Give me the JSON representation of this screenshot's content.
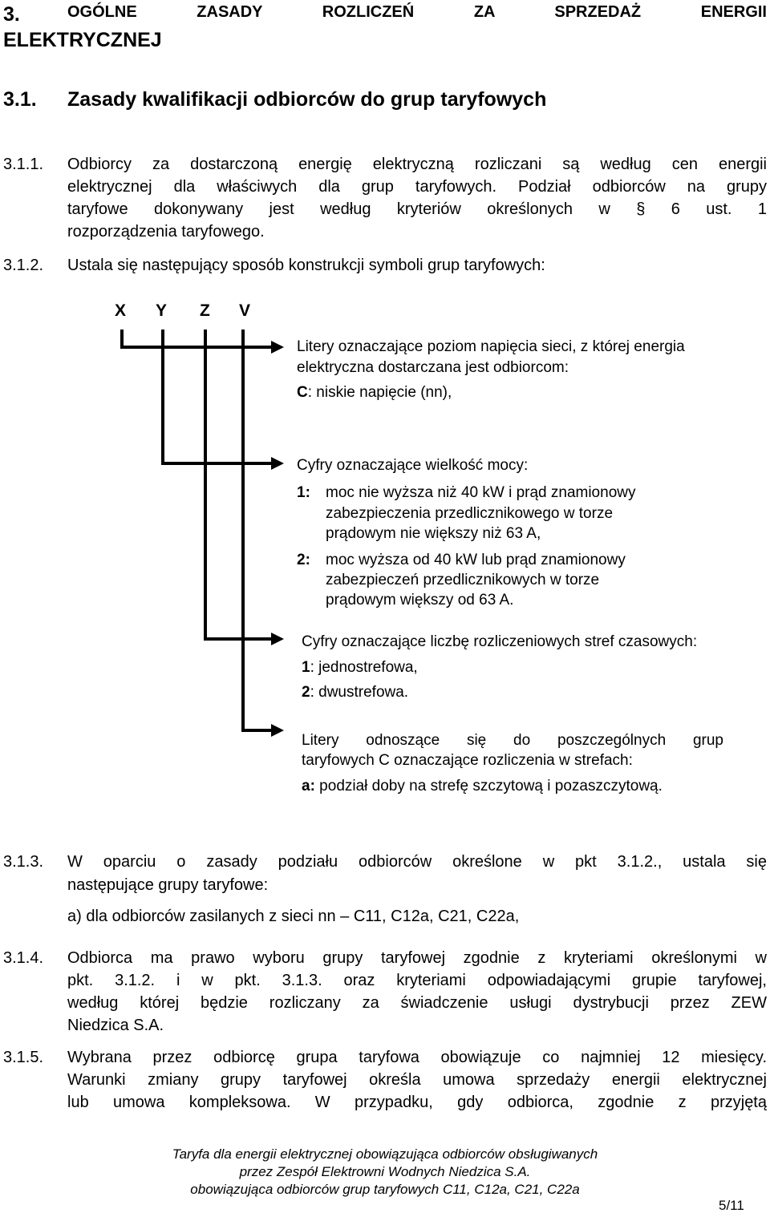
{
  "heading": {
    "number": "3.",
    "line1": "OGÓLNE ZASADY ROZLICZEŃ ZA SPRZEDAŻ ENERGII",
    "line2": "ELEKTRYCZNEJ"
  },
  "section": {
    "number": "3.1.",
    "title": "Zasady kwalifikacji odbiorców do grup taryfowych"
  },
  "p311": {
    "number": "3.1.1.",
    "line1": "Odbiorcy za dostarczoną energię elektryczną rozliczani są według cen energii",
    "line2": "elektrycznej dla właściwych dla grup taryfowych. Podział odbiorców na grupy",
    "line3": "taryfowe dokonywany jest według kryteriów określonych w § 6 ust. 1",
    "line4": "rozporządzenia taryfowego."
  },
  "p312": {
    "number": "3.1.2.",
    "text": "Ustala się następujący sposób konstrukcji symboli grup taryfowych:"
  },
  "symbol_letters": [
    "X",
    "Y",
    "Z",
    "V"
  ],
  "desc_x": {
    "line1": "Litery oznaczające poziom napięcia sieci, z której energia",
    "line2": "elektryczna dostarczana jest odbiorcom:",
    "item_key": "C",
    "item_text": ": niskie napięcie (nn),"
  },
  "desc_y": {
    "intro": "Cyfry oznaczające wielkość mocy:",
    "item1_key": "1:",
    "item1_line1": "moc nie wyższa niż 40 kW i prąd znamionowy",
    "item1_line2": "zabezpieczenia przedlicznikowego w torze",
    "item1_line3": "prądowym nie większy niż 63 A,",
    "item2_key": "2:",
    "item2_line1": "moc wyższa od 40 kW lub prąd znamionowy",
    "item2_line2": "zabezpieczeń przedlicznikowych w torze",
    "item2_line3": "prądowym większy od 63 A."
  },
  "desc_z": {
    "intro": "Cyfry oznaczające liczbę rozliczeniowych stref czasowych:",
    "item1_key": "1",
    "item1_text": ": jednostrefowa,",
    "item2_key": "2",
    "item2_text": ": dwustrefowa."
  },
  "desc_v": {
    "line1": "Litery odnoszące się do poszczególnych grup",
    "line2": "taryfowych C oznaczające rozliczenia w strefach:",
    "item_key": "a:",
    "item_text": " podział doby na strefę szczytową i pozaszczytową."
  },
  "p313": {
    "number": "3.1.3.",
    "line1": "W oparciu o zasady podziału odbiorców określone w pkt 3.1.2., ustala się",
    "line2": "następujące grupy taryfowe:",
    "item": "a) dla odbiorców zasilanych z sieci nn – C11, C12a, C21, C22a,"
  },
  "p314": {
    "number": "3.1.4.",
    "line1": "Odbiorca ma prawo wyboru grupy taryfowej zgodnie z kryteriami określonymi w",
    "line2": "pkt. 3.1.2. i w pkt. 3.1.3. oraz kryteriami odpowiadającymi grupie taryfowej,",
    "line3": "według której będzie rozliczany za świadczenie usługi dystrybucji przez ZEW",
    "line4": "Niedzica S.A."
  },
  "p315": {
    "number": "3.1.5.",
    "line1": "Wybrana przez odbiorcę grupa taryfowa obowiązuje co najmniej 12 miesięcy.",
    "line2": "Warunki zmiany grupy taryfowej określa umowa sprzedaży energii elektrycznej",
    "line3": "lub umowa kompleksowa. W przypadku, gdy odbiorca, zgodnie z przyjętą"
  },
  "footer": {
    "line1": "Taryfa dla energii elektrycznej obowiązująca odbiorców obsługiwanych",
    "line2": "przez Zespół Elektrowni Wodnych Niedzica S.A.",
    "line3": "obowiązująca odbiorców grup taryfowych C11, C12a, C21, C22a",
    "page": "5/11"
  }
}
